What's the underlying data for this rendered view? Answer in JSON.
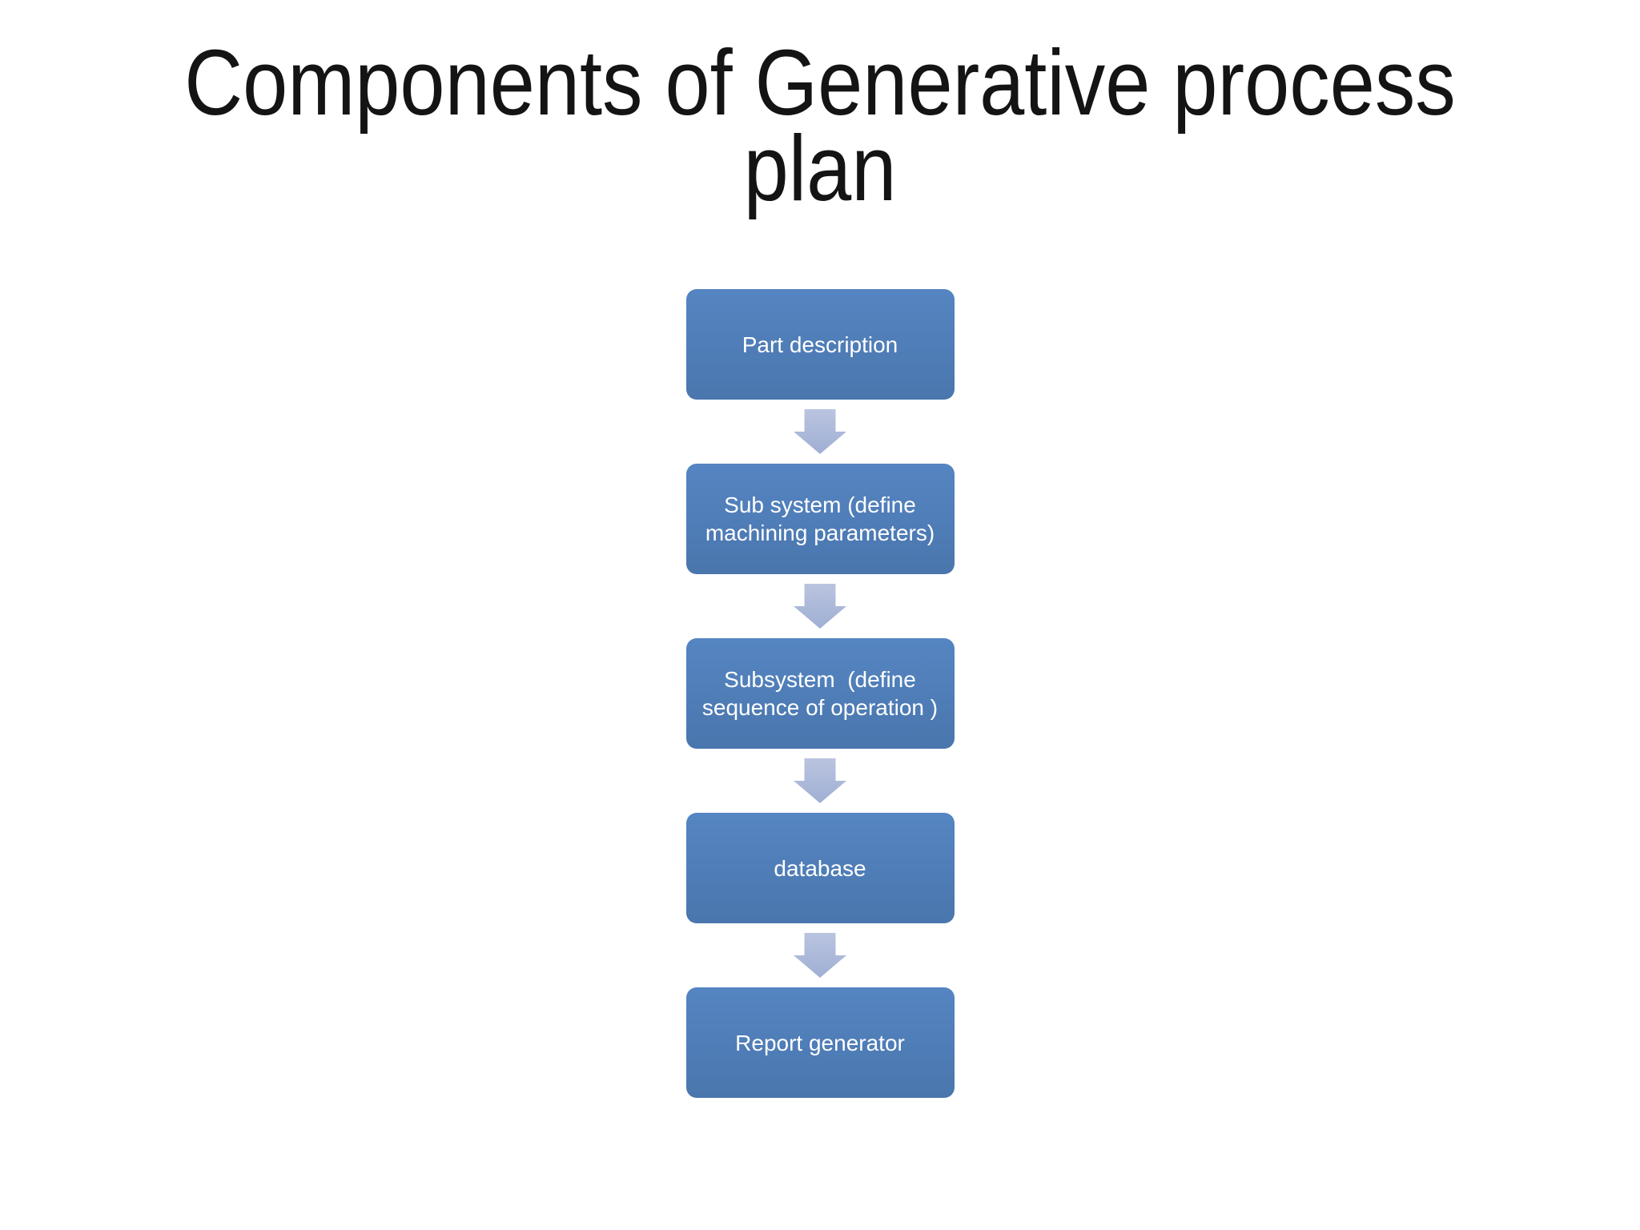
{
  "slide": {
    "title": "Components of Generative process\nplan",
    "background_color": "#ffffff",
    "title_color": "#141414"
  },
  "flowchart": {
    "type": "vertical-process",
    "box_fill_top": "#5585c2",
    "box_fill_bottom": "#4a76ad",
    "box_text_color": "#ffffff",
    "arrow_fill_top": "#bac4e0",
    "arrow_fill_bottom": "#9fafd3",
    "steps": [
      {
        "label": "Part description"
      },
      {
        "label": "Sub system (define\nmachining parameters)"
      },
      {
        "label": "Subsystem  (define\nsequence of operation )"
      },
      {
        "label": "database"
      },
      {
        "label": "Report generator"
      }
    ]
  }
}
